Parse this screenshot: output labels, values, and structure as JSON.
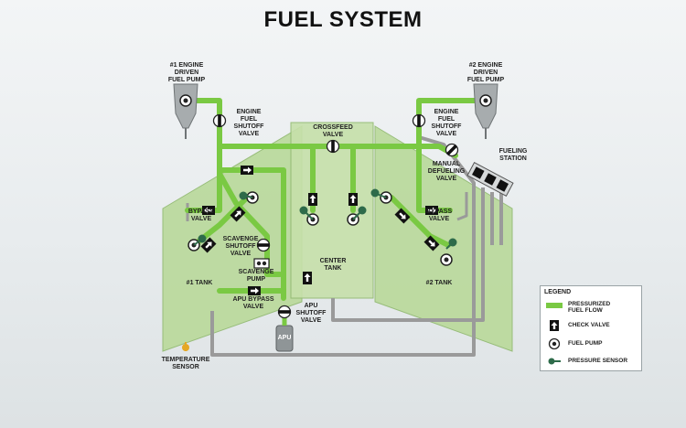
{
  "title": "FUEL SYSTEM",
  "labels": {
    "engine1_pump": "#1 ENGINE\nDRIVEN\nFUEL PUMP",
    "engine2_pump": "#2 ENGINE\nDRIVEN\nFUEL PUMP",
    "engine_shutoff_left": "ENGINE\nFUEL\nSHUTOFF\nVALVE",
    "engine_shutoff_right": "ENGINE\nFUEL\nSHUTOFF\nVALVE",
    "crossfeed": "CROSSFEED\nVALVE",
    "manual_defueling": "MANUAL\nDEFUELING\nVALVE",
    "fueling_station": "FUELING\nSTATION",
    "bypass_left": "BYPASS\nVALVE",
    "bypass_right": "BYPASS\nVALVE",
    "scavenge_shutoff": "SCAVENGE\nSHUTOFF\nVALVE",
    "scavenge_pump": "SCAVENGE\nPUMP",
    "apu_bypass": "APU BYPASS\nVALVE",
    "apu_shutoff": "APU\nSHUTOFF\nVALVE",
    "apu": "APU",
    "center_tank": "CENTER\nTANK",
    "tank1": "#1 TANK",
    "tank2": "#2 TANK",
    "temp_sensor": "TEMPERATURE\nSENSOR"
  },
  "legend": {
    "title": "LEGEND",
    "items": [
      {
        "key": "pressurized",
        "label": "PRESSURIZED\nFUEL FLOW"
      },
      {
        "key": "check",
        "label": "CHECK VALVE"
      },
      {
        "key": "pump",
        "label": "FUEL PUMP"
      },
      {
        "key": "sensor",
        "label": "PRESSURE SENSOR"
      }
    ]
  },
  "colors": {
    "fuel_line": "#7ac943",
    "tank_fill": "#b9d99a",
    "tank_stroke": "#8fb86e",
    "gray_line": "#9a9a9a",
    "sensor": "#2e6b4a",
    "temp_sensor": "#e5a825"
  }
}
